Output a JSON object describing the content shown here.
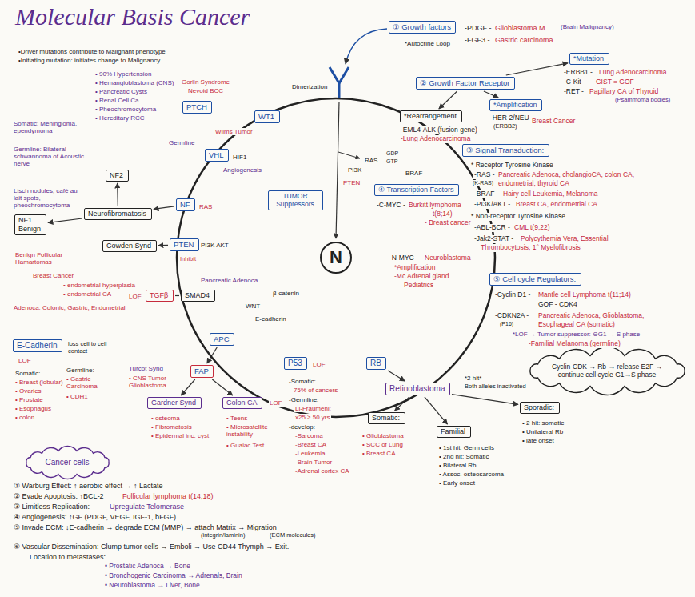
{
  "diagram": {
    "title": "Molecular Basis Cancer",
    "nodes": [
      {
        "text": [
          "① Growth factors"
        ]
      },
      {
        "text": [
          "② Growth Factor Receptor"
        ]
      },
      {
        "text": [
          "*Mutation"
        ]
      },
      {
        "text": [
          "*Rearrangement"
        ]
      },
      {
        "text": [
          "*Amplification"
        ]
      },
      {
        "text": [
          "PTCH"
        ]
      },
      {
        "text": [
          "WT1"
        ]
      },
      {
        "text": [
          "VHL"
        ]
      },
      {
        "text": [
          "RAS",
          "GDP",
          "GTP",
          "BRAF",
          "PI3K",
          "PTEN",
          "WNT",
          "β-catenin",
          "E-cadherin",
          "HIF1",
          "Angiogenesis",
          "RAS",
          "PI3K AKT",
          "Inhibit"
        ]
      },
      {
        "text": [
          "N"
        ],
        "in": 8
      },
      {
        "text": [
          "TUMOR Suppressors"
        ],
        "in": 8
      },
      {
        "text": [
          "③ Signal Transduction:"
        ]
      },
      {
        "text": [
          "NF2"
        ]
      },
      {
        "text": [
          "Neurofibromatosis"
        ]
      },
      {
        "text": [
          "NF"
        ]
      },
      {
        "text": [
          "NF1",
          "Benign"
        ]
      },
      {
        "text": [
          "④ Transcription Factors"
        ]
      },
      {
        "text": [
          "Cowden Synd"
        ]
      },
      {
        "text": [
          "PTEN"
        ]
      },
      {
        "text": [
          "⑤ Cell cycle Regulators:"
        ]
      },
      {
        "text": [
          "TGFβ"
        ]
      },
      {
        "text": [
          "SMAD4"
        ]
      },
      {
        "text": [
          "APC"
        ]
      },
      {
        "text": [
          "E-Cadherin"
        ]
      },
      {
        "text": [
          "RB"
        ]
      },
      {
        "text": [
          "P53"
        ]
      },
      {
        "text": [
          "FAP"
        ]
      },
      {
        "text": [
          "Cyclin-CDK → Rb → release E2F → continue cell cycle G1→S phase"
        ]
      },
      {
        "text": [
          "Retinoblastoma"
        ]
      },
      {
        "text": [
          "Gardner Synd"
        ]
      },
      {
        "text": [
          "Colon CA"
        ]
      },
      {
        "text": [
          "Sporadic:"
        ]
      },
      {
        "text": [
          "Somatic:"
        ]
      },
      {
        "text": [
          "Familial"
        ]
      },
      {
        "text": [
          "Cancer cells"
        ]
      }
    ],
    "edges": [
      {
        "from": 1,
        "to": 2,
        "arrow": "to"
      },
      {
        "from": 1,
        "to": 3,
        "arrow": "to"
      },
      {
        "from": 1,
        "to": 4,
        "arrow": "to"
      },
      {
        "from": 14,
        "to": 13,
        "arrow": "to"
      },
      {
        "from": 13,
        "to": 12,
        "arrow": "to"
      },
      {
        "from": 13,
        "to": 15,
        "arrow": "to"
      },
      {
        "from": 18,
        "to": 17,
        "arrow": "to"
      },
      {
        "from": 22,
        "to": 26,
        "arrow": "to"
      },
      {
        "from": 26,
        "to": 29,
        "arrow": "to"
      },
      {
        "from": 26,
        "to": 30,
        "arrow": "to"
      },
      {
        "from": 24,
        "to": 28,
        "arrow": "to"
      },
      {
        "from": 28,
        "to": 32,
        "arrow": "to"
      },
      {
        "from": 28,
        "to": 33,
        "arrow": "to"
      },
      {
        "from": 28,
        "to": 31,
        "arrow": "to"
      },
      {
        "from": 21,
        "to": 20,
        "arrow": "none"
      }
    ],
    "labels": [
      "•Driver mutations contribute to Malignant phenotype",
      "•Initiating mutation: initiates change to Malignancy",
      "-PDGF -",
      "Glioblastoma M",
      "(Brain Malignancy)",
      "-FGF3 -",
      "Gastric carcinoma",
      "*Autocrine Loop",
      "Dimerization",
      "-ERBB1 -",
      "Lung Adenocarcinoma",
      "-C-Kit -",
      "GIST = GOF",
      "-RET -",
      "Papillary CA of Thyroid",
      "(Psammoma bodies)",
      "-EML4-ALK (fusion gene)",
      "-Lung Adenocarcinoma",
      "-HER-2/NEU",
      "(ERBB2)",
      "Breast Cancer",
      "Gorlin Syndrome",
      "Nevoid BCC",
      "Wilms Tumor",
      "• 90% Hypertension",
      "• Hemangioblastoma (CNS)",
      "• Pancreatic Cysts",
      "• Renal Cell Ca",
      "• Pheochromocytoma",
      "• Hereditary RCC",
      "Germline",
      "Somatic: Meningioma, ependymoma",
      "Germline: Bilateral schwannoma of Acoustic nerve",
      "Lisch nodules, café au lait spots, pheochromocytoma",
      "* Receptor Tyrosine Kinase",
      "-RAS -",
      "Pancreatic Adenoca, cholangioCA, colon CA,",
      "(K-RAS)",
      "endometrial, thyroid CA",
      "-BRAF -",
      "Hairy cell Leukemia, Melanoma",
      "-PI3K/AKT -",
      "Breast CA, endometrial CA",
      "* Non-receptor Tyrosine Kinase",
      "-ABL-BCR -",
      "CML t(9;22)",
      "-Jak2-STAT -",
      "Polycythemia Vera, Essential",
      "Thrombocytosis, 1° Myelofibrosis",
      "-C-MYC -",
      "Burkitt lymphoma",
      "t(8;14)",
      "- Breast cancer",
      "-N-MYC -",
      "Neuroblastoma",
      "*Amplification",
      "-Mc Adrenal gland",
      "Pediatrics",
      "-Cyclin D1 -",
      "Mantle cell Lymphoma t(11;14)",
      "GOF - CDK4",
      "-CDKN2A -",
      "Pancreatic Adenoca, Glioblastoma,",
      "(P16)",
      "Esophageal CA (somatic)",
      "*LOF → Tumor suppressor: ⊖G1 → S phase",
      "-Familial Melanoma (germline)",
      "Benign Follicular Hamartomas",
      "Breast Cancer",
      "• endometrial hyperplasia",
      "• endometrial CA",
      "Pancreatic Adenoca",
      "LOF",
      "Adenoca: Colonic, Gastric, Endometrial",
      "LOF",
      "loss cell to cell contact",
      "Somatic:",
      "• Breast (lobular)",
      "• Ovaries",
      "• Prostate",
      "• Esophagus",
      "• colon",
      "Germline:",
      "• Gastric Carcinoma",
      "• CDH1",
      "Turcot Synd",
      "• CNS Tumor Glioblastoma",
      "• osteoma",
      "• Fibromatosis",
      "• Epidermal inc. cyst",
      "• Teens",
      "• Microsatellite instability",
      "• Guaiac Test",
      "LOF",
      "LOF",
      "-Somatic:",
      "75% of cancers",
      "-Germline:",
      "Li-Fraumeni:",
      "x25 ≥ 50 yrs",
      "-develop:",
      "-Sarcoma",
      "-Breast CA",
      "-Leukemia",
      "-Brain Tumor",
      "-Adrenal cortex CA",
      "*2 hit*",
      "Both alleles inactivated",
      "• 2 hit: somatic",
      "• Unilateral Rb",
      "• late onset",
      "• Glioblastoma",
      "• SCC of Lung",
      "• Breast CA",
      "• 1st hit: Germ cells",
      "• 2nd hit: Somatic",
      "• Bilateral Rb",
      "• Assoc. osteosarcoma",
      "• Early onset",
      "① Warburg Effect: ↑ aerobic effect → ↑ Lactate",
      "② Evade Apoptosis: ↑BCL-2",
      "Follicular lymphoma t(14;18)",
      "③ Limitless Replication:",
      "Upregulate Telomerase",
      "④ Angiogenesis: ↑GF (PDGF, VEGF, IGF-1, bFGF)",
      "⑤ Invade ECM: ↓E-cadherin → degrade ECM (MMP) → attach Matrix → Migration",
      "(integrin/laminin)",
      "(ECM molecules)",
      "⑥ Vascular Dissemination: Clump tumor cells → Emboli → Use CD44 Thymph → Exit.",
      "Location to metastases:",
      "• Prostatic Adenoca → Bone",
      "• Bronchogenic Carcinoma → Adrenals, Brain",
      "• Neuroblastoma → Liver, Bone"
    ]
  }
}
